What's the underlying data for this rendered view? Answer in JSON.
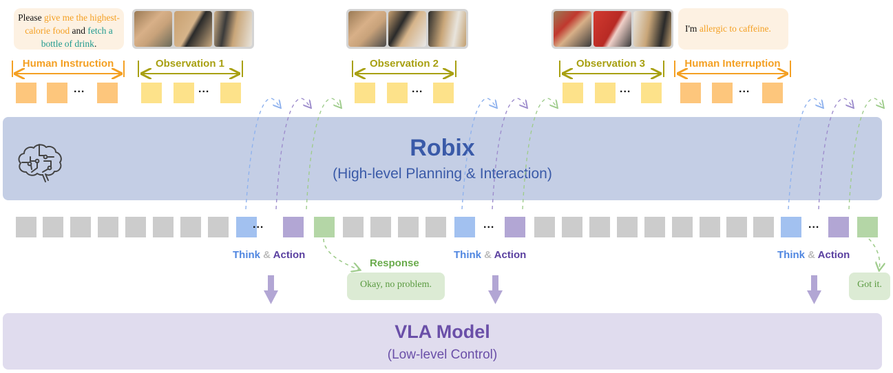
{
  "colors": {
    "instruction": "#f4a023",
    "observation": "#a8a012",
    "instruction_token": "#fdc67c",
    "observation_token": "#fde28a",
    "context_token": "#cccccc",
    "think": "#a2c1f0",
    "action": "#b2a6d4",
    "response": "#b4d6a6",
    "robix_bg": "#c4cee5",
    "vla_bg": "#e0dcee"
  },
  "human_instruction": {
    "label": "Human Instruction",
    "text_parts": [
      {
        "text": "Please ",
        "style": "plain"
      },
      {
        "text": "give me the highest-calorie food",
        "style": "orange"
      },
      {
        "text": " and ",
        "style": "plain"
      },
      {
        "text": "fetch a bottle of drink",
        "style": "teal"
      },
      {
        "text": ".",
        "style": "plain"
      }
    ]
  },
  "observations": [
    {
      "label": "Observation 1",
      "frames": [
        "table-overview",
        "robot-arm-plate",
        "robot-arm-plate"
      ]
    },
    {
      "label": "Observation 2",
      "frames": [
        "table-overview",
        "robot-arm-plate",
        "robot-arm-plate"
      ]
    },
    {
      "label": "Observation 3",
      "frames": [
        "table-overview-cola",
        "red-can-closeup",
        "robot-arm-plate"
      ]
    }
  ],
  "human_interruption": {
    "label": "Human Interruption",
    "text_parts": [
      {
        "text": "I'm ",
        "style": "plain"
      },
      {
        "text": "allergic to caffeine.",
        "style": "orange"
      }
    ]
  },
  "ellipsis": "...",
  "robix": {
    "icon": "brain-circuit-icon",
    "title": "Robix",
    "subtitle": "(High-level Planning & Interaction)"
  },
  "think_action": {
    "think": "Think",
    "amp": "&",
    "action": "Action"
  },
  "responses": [
    {
      "label": "Response",
      "text": "Okay, no problem."
    },
    {
      "label": "",
      "text": "Got it."
    }
  ],
  "vla": {
    "title": "VLA Model",
    "subtitle": "(Low-level Control)"
  }
}
